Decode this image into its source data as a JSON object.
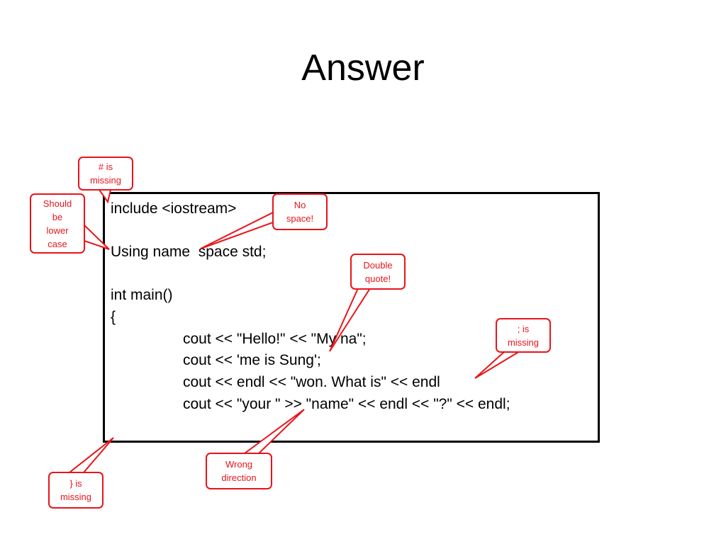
{
  "slide": {
    "title": "Answer"
  },
  "code": {
    "lines": [
      "include <iostream>",
      "Using name  space std;",
      "int main()",
      "{",
      "cout << \"Hello!\" << \"My na\";",
      "cout << 'me is Sung';",
      "cout << endl << \"won. What is\" << endl",
      "cout << \"your \" >> \"name\" << endl << \"?\" << endl;"
    ]
  },
  "callouts": {
    "hash_missing": "# is\nmissing",
    "lower_case": "Should\nbe\nlower\ncase",
    "no_space": "No\nspace!",
    "double_quote": "Double\nquote!",
    "semicolon_missing": "; is\nmissing",
    "wrong_direction": "Wrong\ndirection",
    "brace_missing": "} is\nmissing"
  },
  "colors": {
    "callout": "#e8141a",
    "text": "#000000",
    "background": "#ffffff"
  }
}
